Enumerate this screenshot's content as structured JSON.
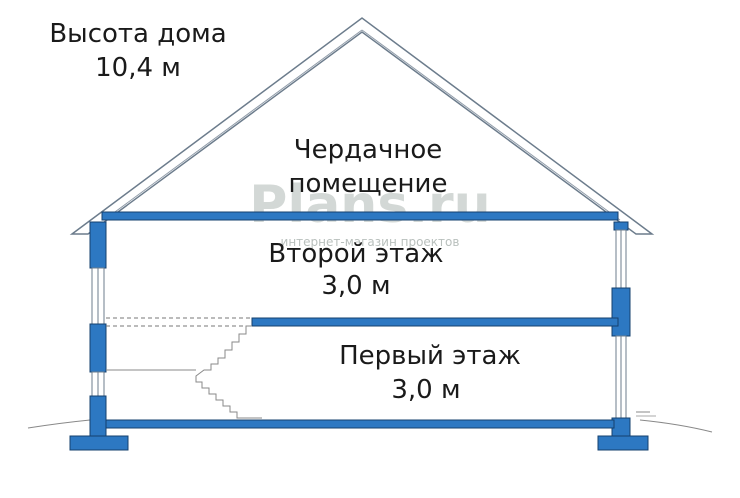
{
  "house_height": {
    "label": "Высота дома",
    "value": "10,4 м"
  },
  "attic": {
    "line1": "Чердачное",
    "line2": "помещение"
  },
  "second_floor": {
    "label": "Второй этаж",
    "height": "3,0 м"
  },
  "first_floor": {
    "label": "Первый этаж",
    "height": "3,0 м"
  },
  "watermark": {
    "brand": "Plans.ru",
    "tagline": "интернет-магазин проектов"
  },
  "colors": {
    "structure": "#2d78c2",
    "outline": "#15406e",
    "text": "#1a1a1a",
    "watermark_gray": "#c9cfcc",
    "watermark_green": "#b9dcc0"
  }
}
